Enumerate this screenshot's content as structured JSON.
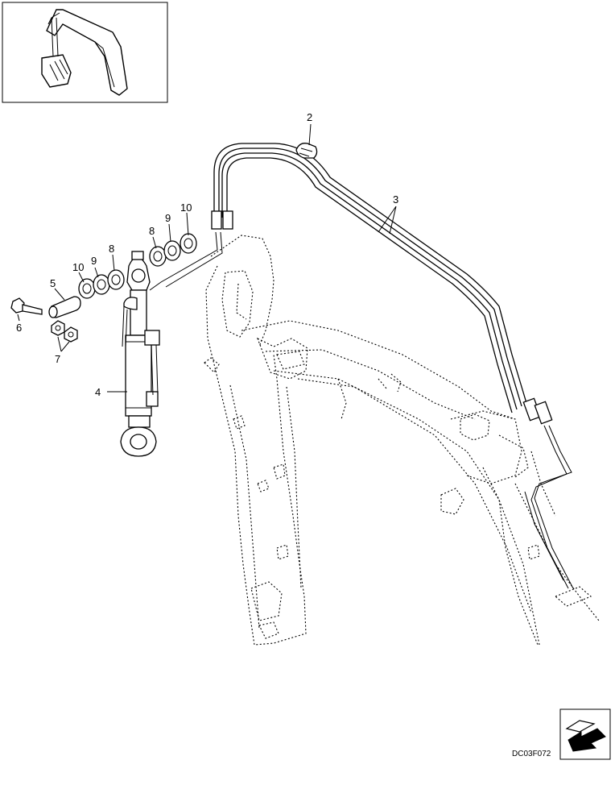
{
  "callouts": [
    {
      "id": "c2",
      "label": "2"
    },
    {
      "id": "c3",
      "label": "3"
    },
    {
      "id": "c4",
      "label": "4"
    },
    {
      "id": "c5",
      "label": "5"
    },
    {
      "id": "c6",
      "label": "6"
    },
    {
      "id": "c7",
      "label": "7"
    },
    {
      "id": "c8a",
      "label": "8"
    },
    {
      "id": "c8b",
      "label": "8"
    },
    {
      "id": "c9a",
      "label": "9"
    },
    {
      "id": "c9b",
      "label": "9"
    },
    {
      "id": "c10a",
      "label": "10"
    },
    {
      "id": "c10b",
      "label": "10"
    }
  ],
  "drawing_code": "DC03F072"
}
